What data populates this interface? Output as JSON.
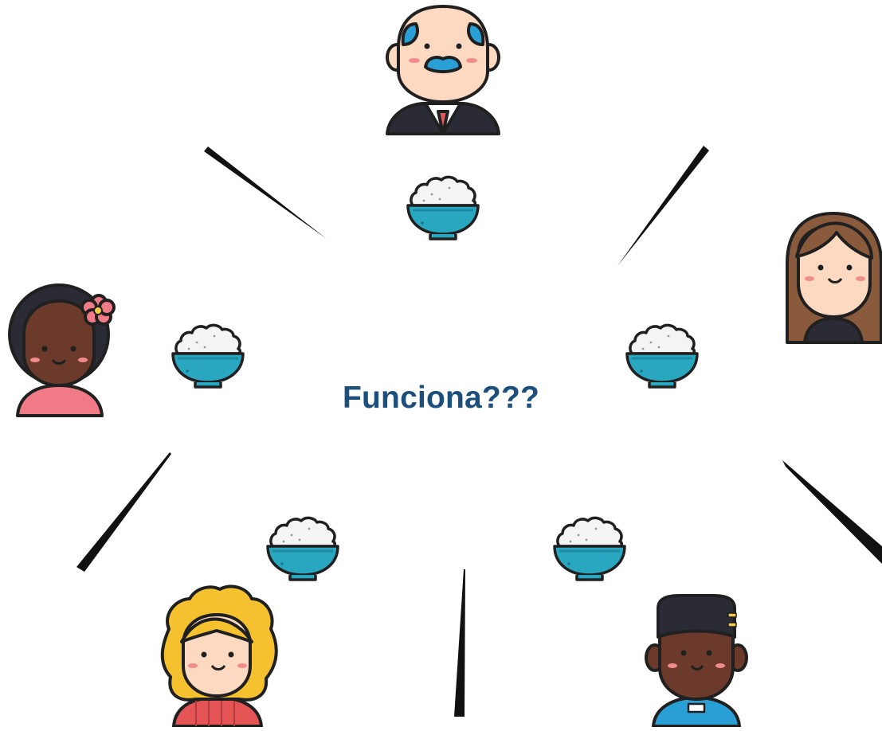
{
  "center_label": "Funciona???",
  "colors": {
    "label": "#1c4f7c",
    "bowl": "#2aa7c0",
    "bowl_dark": "#1d8aa0",
    "rice": "#f4f4f4",
    "outline": "#202020",
    "skin_light": "#fcd9c0",
    "skin_dark": "#6b3a2a",
    "cheek": "#f28c8c"
  },
  "characters": [
    {
      "id": "elder-man",
      "icon": "bald-man-with-mustache-avatar"
    },
    {
      "id": "woman-long-hair",
      "icon": "woman-with-long-brown-hair-avatar"
    },
    {
      "id": "boy-dark",
      "icon": "boy-with-headphones-avatar"
    },
    {
      "id": "girl-curly",
      "icon": "girl-with-curly-yellow-hair-avatar"
    },
    {
      "id": "woman-flower",
      "icon": "woman-with-flower-avatar"
    }
  ],
  "bowls": [
    {
      "id": "top",
      "icon": "rice-bowl-icon"
    },
    {
      "id": "right",
      "icon": "rice-bowl-icon"
    },
    {
      "id": "bottom-right",
      "icon": "rice-bowl-icon"
    },
    {
      "id": "bottom-left",
      "icon": "rice-bowl-icon"
    },
    {
      "id": "left",
      "icon": "rice-bowl-icon"
    }
  ]
}
